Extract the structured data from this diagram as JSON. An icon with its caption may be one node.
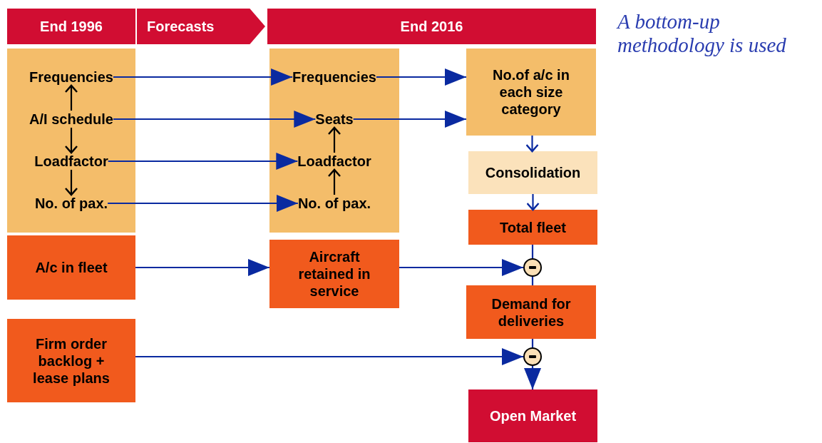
{
  "diagram": {
    "nodes": [
      {
        "text": [
          "End 1996"
        ]
      },
      {
        "text": [
          "Forecasts"
        ]
      },
      {
        "text": [
          "End 2016"
        ]
      },
      {
        "text": [],
        "shape": "box"
      },
      {
        "text": [
          "Frequencies"
        ],
        "in": 3
      },
      {
        "text": [
          "A/I schedule"
        ],
        "in": 3
      },
      {
        "text": [
          "Loadfactor"
        ],
        "in": 3
      },
      {
        "text": [
          "No. of pax."
        ],
        "in": 3
      },
      {
        "text": [],
        "shape": "box"
      },
      {
        "text": [
          "Frequencies"
        ],
        "in": 8
      },
      {
        "text": [
          "Seats"
        ],
        "in": 8
      },
      {
        "text": [
          "Loadfactor"
        ],
        "in": 8
      },
      {
        "text": [
          "No. of pax."
        ],
        "in": 8
      },
      {
        "text": [
          "No.of a/c in each size category"
        ]
      },
      {
        "text": [
          "Consolidation"
        ]
      },
      {
        "text": [
          "Total fleet"
        ]
      },
      {
        "text": [
          "A/c in fleet"
        ]
      },
      {
        "text": [
          "Aircraft retained in service"
        ]
      },
      {
        "text": [],
        "shape": "circle"
      },
      {
        "text": [
          "Demand for deliveries"
        ]
      },
      {
        "text": [
          "Firm order backlog + lease plans"
        ]
      },
      {
        "text": [],
        "shape": "circle"
      },
      {
        "text": [
          "Open Market"
        ]
      }
    ],
    "edges": [
      {
        "from": 4,
        "to": 9,
        "arrow": "to"
      },
      {
        "from": 5,
        "to": 10,
        "arrow": "to"
      },
      {
        "from": 6,
        "to": 11,
        "arrow": "to"
      },
      {
        "from": 7,
        "to": 12,
        "arrow": "to"
      },
      {
        "from": 9,
        "to": 13,
        "arrow": "to"
      },
      {
        "from": 10,
        "to": 13,
        "arrow": "to"
      },
      {
        "from": 13,
        "to": 14,
        "arrow": "to"
      },
      {
        "from": 14,
        "to": 15,
        "arrow": "to"
      },
      {
        "from": 15,
        "to": 18,
        "arrow": "none"
      },
      {
        "from": 16,
        "to": 17,
        "arrow": "to"
      },
      {
        "from": 17,
        "to": 18,
        "arrow": "to"
      },
      {
        "from": 18,
        "to": 19,
        "arrow": "none"
      },
      {
        "from": 19,
        "to": 21,
        "arrow": "none"
      },
      {
        "from": 20,
        "to": 21,
        "arrow": "to"
      },
      {
        "from": 21,
        "to": 22,
        "arrow": "to"
      },
      {
        "from": 5,
        "to": 4,
        "arrow": "to",
        "color": "#000000"
      },
      {
        "from": 5,
        "to": 6,
        "arrow": "to",
        "color": "#000000"
      },
      {
        "from": 6,
        "to": 7,
        "arrow": "to",
        "color": "#000000"
      },
      {
        "from": 12,
        "to": 11,
        "arrow": "to",
        "color": "#000000"
      },
      {
        "from": 11,
        "to": 10,
        "arrow": "to",
        "color": "#000000"
      }
    ],
    "labels": [
      "A bottom-up methodology is used"
    ]
  }
}
